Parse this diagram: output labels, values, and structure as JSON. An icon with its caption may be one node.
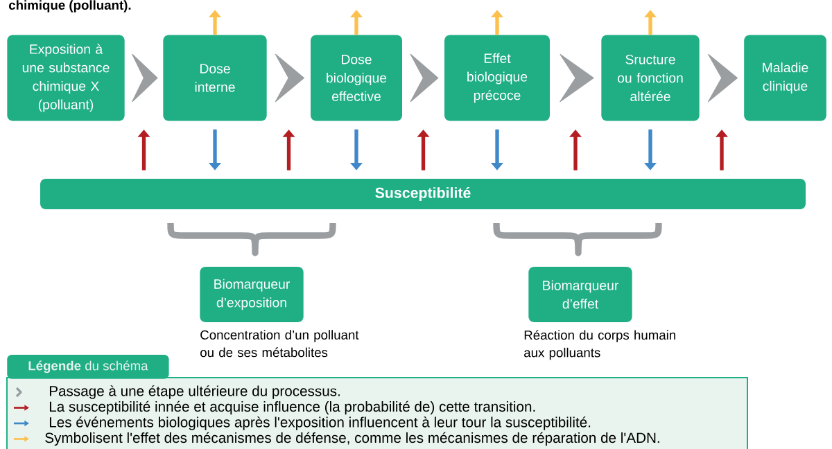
{
  "diagram": {
    "nodes": [
      {
        "text": [
          "Exposition à une substance chimique X (polluant)"
        ]
      },
      {
        "text": [
          "Dose interne"
        ]
      },
      {
        "text": [
          "Dose biologique effective"
        ]
      },
      {
        "text": [
          "Effet biologique précoce"
        ]
      },
      {
        "text": [
          "Sructure ou fonction altérée"
        ]
      },
      {
        "text": [
          "Maladie clinique"
        ]
      },
      {
        "text": [
          "Susceptibilité"
        ]
      },
      {
        "text": [
          "Biomarqueur d’exposition"
        ],
        "beside": [
          "Concentration d’un polluant ou de ses métabolites"
        ]
      },
      {
        "text": [
          "Biomarqueur d’effet"
        ],
        "beside": [
          "Réaction du corps humain aux polluants"
        ]
      }
    ],
    "edges": [
      {
        "from": 0,
        "to": 1,
        "arrow": "to"
      },
      {
        "from": 1,
        "to": 2,
        "arrow": "to"
      },
      {
        "from": 2,
        "to": 3,
        "arrow": "to"
      },
      {
        "from": 3,
        "to": 4,
        "arrow": "to"
      },
      {
        "from": 4,
        "to": 5,
        "arrow": "to"
      },
      {
        "from": 6,
        "to": null,
        "arrow": "to",
        "color": "#b31e22"
      },
      {
        "from": 6,
        "to": null,
        "arrow": "to",
        "color": "#b31e22"
      },
      {
        "from": 6,
        "to": null,
        "arrow": "to",
        "color": "#b31e22"
      },
      {
        "from": 6,
        "to": null,
        "arrow": "to",
        "color": "#b31e22"
      },
      {
        "from": 6,
        "to": null,
        "arrow": "to",
        "color": "#b31e22"
      },
      {
        "from": 1,
        "to": 6,
        "arrow": "to",
        "color": "#3f88c9"
      },
      {
        "from": 2,
        "to": 6,
        "arrow": "to",
        "color": "#3f88c9"
      },
      {
        "from": 3,
        "to": 6,
        "arrow": "to",
        "color": "#3f88c9"
      },
      {
        "from": 4,
        "to": 6,
        "arrow": "to",
        "color": "#3f88c9"
      },
      {
        "from": 1,
        "to": null,
        "arrow": "to",
        "color": "#fcc04e"
      },
      {
        "from": 2,
        "to": null,
        "arrow": "to",
        "color": "#fcc04e"
      },
      {
        "from": 3,
        "to": null,
        "arrow": "to",
        "color": "#fcc04e"
      },
      {
        "from": 4,
        "to": null,
        "arrow": "to",
        "color": "#fcc04e"
      }
    ],
    "labels": [
      "chimique (polluant).",
      "**Légende** du schéma"
    ],
    "legend": [
      {
        "text": "Passage à une étape ultérieure du processus."
      },
      {
        "text": "La susceptibilité innée et acquise influence (la probabilité de) cette transition."
      },
      {
        "text": "Les événements biologiques après l'exposition influencent à leur tour la susceptibilité."
      },
      {
        "text": "Symbolisent l'effet des mécanismes de défense, comme les mécanismes de réparation de l'ADN."
      }
    ]
  }
}
